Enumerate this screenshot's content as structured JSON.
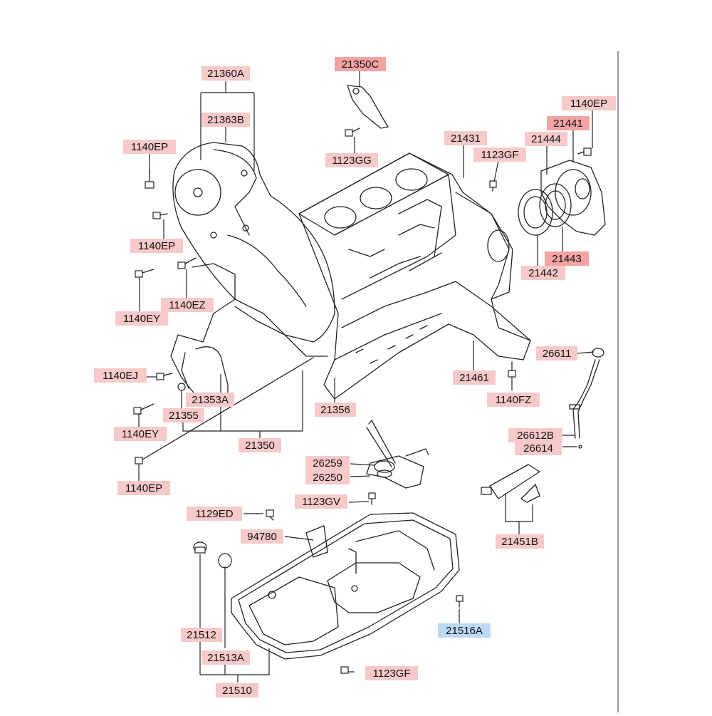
{
  "colors": {
    "label_default": "#f7c9c9",
    "label_strong": "#f4a3a3",
    "label_highlight": "#bcd9f4",
    "line": "#222222",
    "background": "#ffffff"
  },
  "labels": [
    {
      "id": "lbl-21360A",
      "text": "21360A",
      "style": "default"
    },
    {
      "id": "lbl-21363B",
      "text": "21363B",
      "style": "default"
    },
    {
      "id": "lbl-21350C",
      "text": "21350C",
      "style": "strong"
    },
    {
      "id": "lbl-1140EP-a",
      "text": "1140EP",
      "style": "default"
    },
    {
      "id": "lbl-1123GG",
      "text": "1123GG",
      "style": "default"
    },
    {
      "id": "lbl-21431",
      "text": "21431",
      "style": "default"
    },
    {
      "id": "lbl-1123GF-a",
      "text": "1123GF",
      "style": "default"
    },
    {
      "id": "lbl-21444",
      "text": "21444",
      "style": "default"
    },
    {
      "id": "lbl-21441",
      "text": "21441",
      "style": "strong"
    },
    {
      "id": "lbl-1140EP-b",
      "text": "1140EP",
      "style": "default"
    },
    {
      "id": "lbl-1140EP-c",
      "text": "1140EP",
      "style": "default"
    },
    {
      "id": "lbl-21443",
      "text": "21443",
      "style": "strong"
    },
    {
      "id": "lbl-21442",
      "text": "21442",
      "style": "default"
    },
    {
      "id": "lbl-1140EZ",
      "text": "1140EZ",
      "style": "default"
    },
    {
      "id": "lbl-1140EY-a",
      "text": "1140EY",
      "style": "default"
    },
    {
      "id": "lbl-26611",
      "text": "26611",
      "style": "default"
    },
    {
      "id": "lbl-21461",
      "text": "21461",
      "style": "default"
    },
    {
      "id": "lbl-1140EJ",
      "text": "1140EJ",
      "style": "default"
    },
    {
      "id": "lbl-21353A",
      "text": "21353A",
      "style": "default"
    },
    {
      "id": "lbl-1140FZ",
      "text": "1140FZ",
      "style": "default"
    },
    {
      "id": "lbl-21355",
      "text": "21355",
      "style": "default"
    },
    {
      "id": "lbl-21356",
      "text": "21356",
      "style": "default"
    },
    {
      "id": "lbl-1140EY-b",
      "text": "1140EY",
      "style": "default"
    },
    {
      "id": "lbl-26612B",
      "text": "26612B",
      "style": "default"
    },
    {
      "id": "lbl-26614",
      "text": "26614",
      "style": "default"
    },
    {
      "id": "lbl-21350",
      "text": "21350",
      "style": "default"
    },
    {
      "id": "lbl-26259",
      "text": "26259",
      "style": "default"
    },
    {
      "id": "lbl-26250",
      "text": "26250",
      "style": "default"
    },
    {
      "id": "lbl-1140EP-d",
      "text": "1140EP",
      "style": "default"
    },
    {
      "id": "lbl-1123GV",
      "text": "1123GV",
      "style": "default"
    },
    {
      "id": "lbl-1129ED",
      "text": "1129ED",
      "style": "default"
    },
    {
      "id": "lbl-94780",
      "text": "94780",
      "style": "default"
    },
    {
      "id": "lbl-21451B",
      "text": "21451B",
      "style": "default"
    },
    {
      "id": "lbl-21516A",
      "text": "21516A",
      "style": "highlight"
    },
    {
      "id": "lbl-21512",
      "text": "21512",
      "style": "default"
    },
    {
      "id": "lbl-21513A",
      "text": "21513A",
      "style": "default"
    },
    {
      "id": "lbl-1123GF-b",
      "text": "1123GF",
      "style": "default"
    },
    {
      "id": "lbl-21510",
      "text": "21510",
      "style": "default"
    }
  ]
}
